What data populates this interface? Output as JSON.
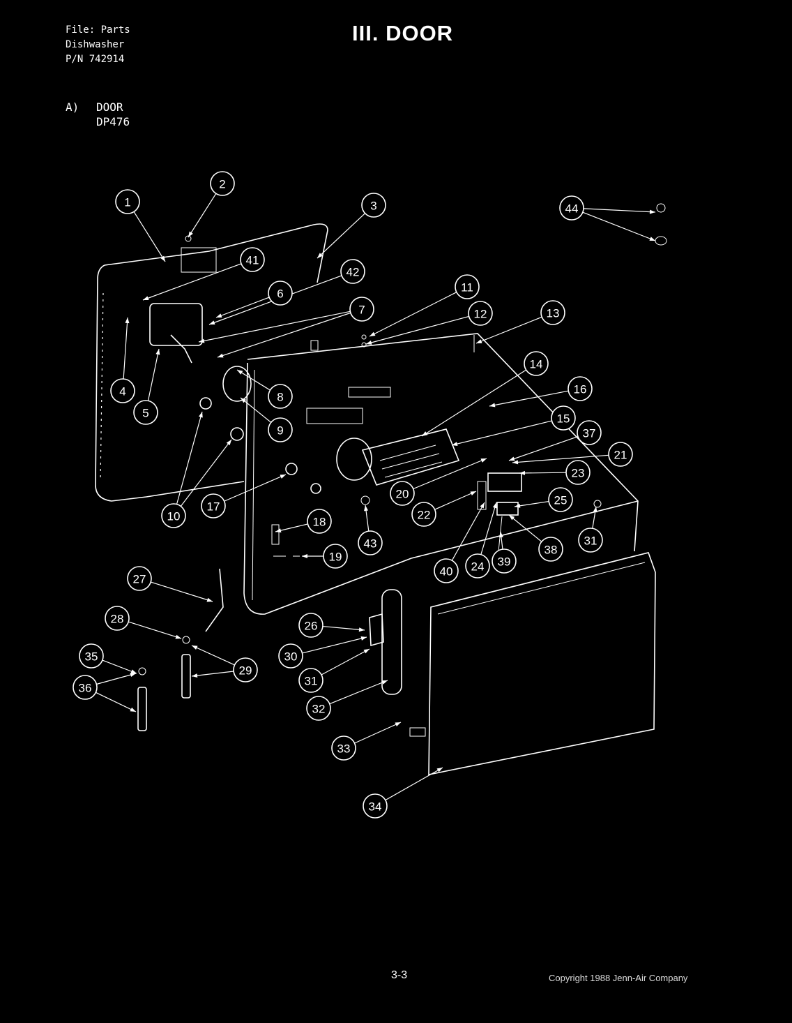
{
  "header": {
    "file_line": "File: Parts",
    "product_line": "Dishwasher",
    "part_number_line": "P/N 742914"
  },
  "section_title": "III. DOOR",
  "subheading": {
    "letter": "A)",
    "name": "DOOR",
    "model": "DP476"
  },
  "callouts": [
    {
      "label": "1"
    },
    {
      "label": "2"
    },
    {
      "label": "3"
    },
    {
      "label": "44"
    },
    {
      "label": "41"
    },
    {
      "label": "42"
    },
    {
      "label": "6"
    },
    {
      "label": "11"
    },
    {
      "label": "7"
    },
    {
      "label": "12"
    },
    {
      "label": "13"
    },
    {
      "label": "14"
    },
    {
      "label": "4"
    },
    {
      "label": "8"
    },
    {
      "label": "16"
    },
    {
      "label": "5"
    },
    {
      "label": "9"
    },
    {
      "label": "15"
    },
    {
      "label": "37"
    },
    {
      "label": "21"
    },
    {
      "label": "23"
    },
    {
      "label": "20"
    },
    {
      "label": "25"
    },
    {
      "label": "10"
    },
    {
      "label": "17"
    },
    {
      "label": "22"
    },
    {
      "label": "18"
    },
    {
      "label": "43"
    },
    {
      "label": "31"
    },
    {
      "label": "38"
    },
    {
      "label": "19"
    },
    {
      "label": "39"
    },
    {
      "label": "24"
    },
    {
      "label": "40"
    },
    {
      "label": "27"
    },
    {
      "label": "28"
    },
    {
      "label": "26"
    },
    {
      "label": "30"
    },
    {
      "label": "35"
    },
    {
      "label": "29"
    },
    {
      "label": "31"
    },
    {
      "label": "36"
    },
    {
      "label": "32"
    },
    {
      "label": "33"
    },
    {
      "label": "34"
    }
  ],
  "footer": {
    "page": "3-3",
    "copyright": "Copyright 1988 Jenn-Air Company"
  }
}
